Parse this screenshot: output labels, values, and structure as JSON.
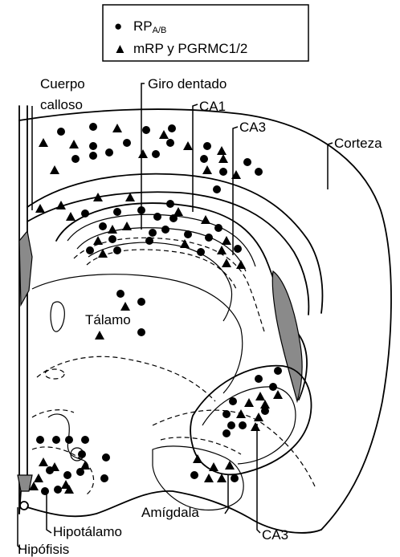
{
  "legend": {
    "circle_symbol": "●",
    "circle_main": "RP",
    "circle_sub": "A/B",
    "triangle_symbol": "▲",
    "triangle_label": "mRP y PGRMC1/2"
  },
  "labels": {
    "cuerpo_calloso_line1": "Cuerpo",
    "cuerpo_calloso_line2": "calloso",
    "giro_dentado": "Giro dentado",
    "ca1": "CA1",
    "ca3_top": "CA3",
    "corteza": "Corteza",
    "talamo": "Tálamo",
    "amigdala": "Amígdala",
    "hipotalamo": "Hipotálamo",
    "ca3_bottom": "CA3",
    "hipofisis": "Hipófisis"
  },
  "colors": {
    "ink": "#000000",
    "ventricle_fill": "#8a8a8a",
    "background": "#ffffff"
  },
  "marker_types": [
    "circle",
    "triangle"
  ]
}
